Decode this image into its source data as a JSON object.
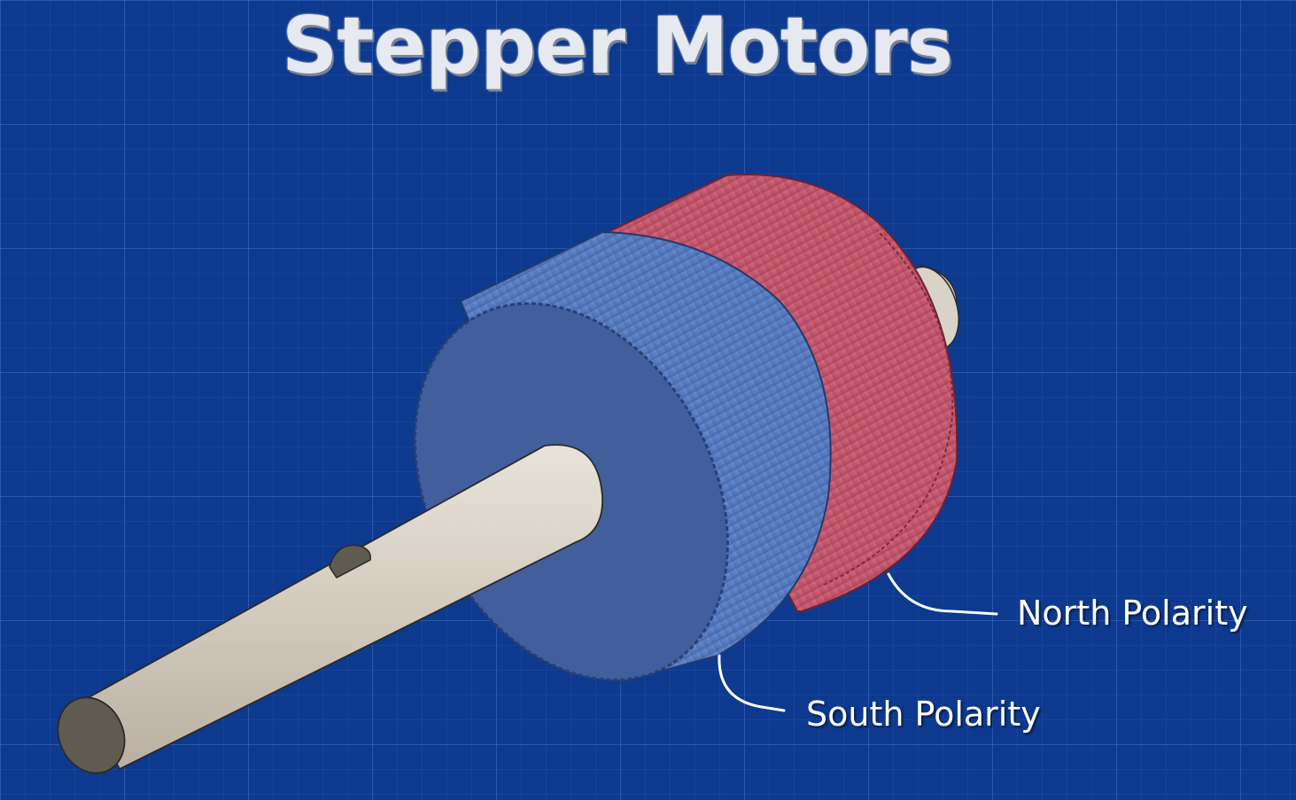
{
  "title": "Stepper Motors",
  "labels": {
    "north": "North Polarity",
    "south": "South Polarity"
  },
  "colors": {
    "background": "#0d3a8f",
    "north_pole": "#c85a6e",
    "south_pole": "#5a7ec0",
    "shaft": "#d9d2c6"
  }
}
